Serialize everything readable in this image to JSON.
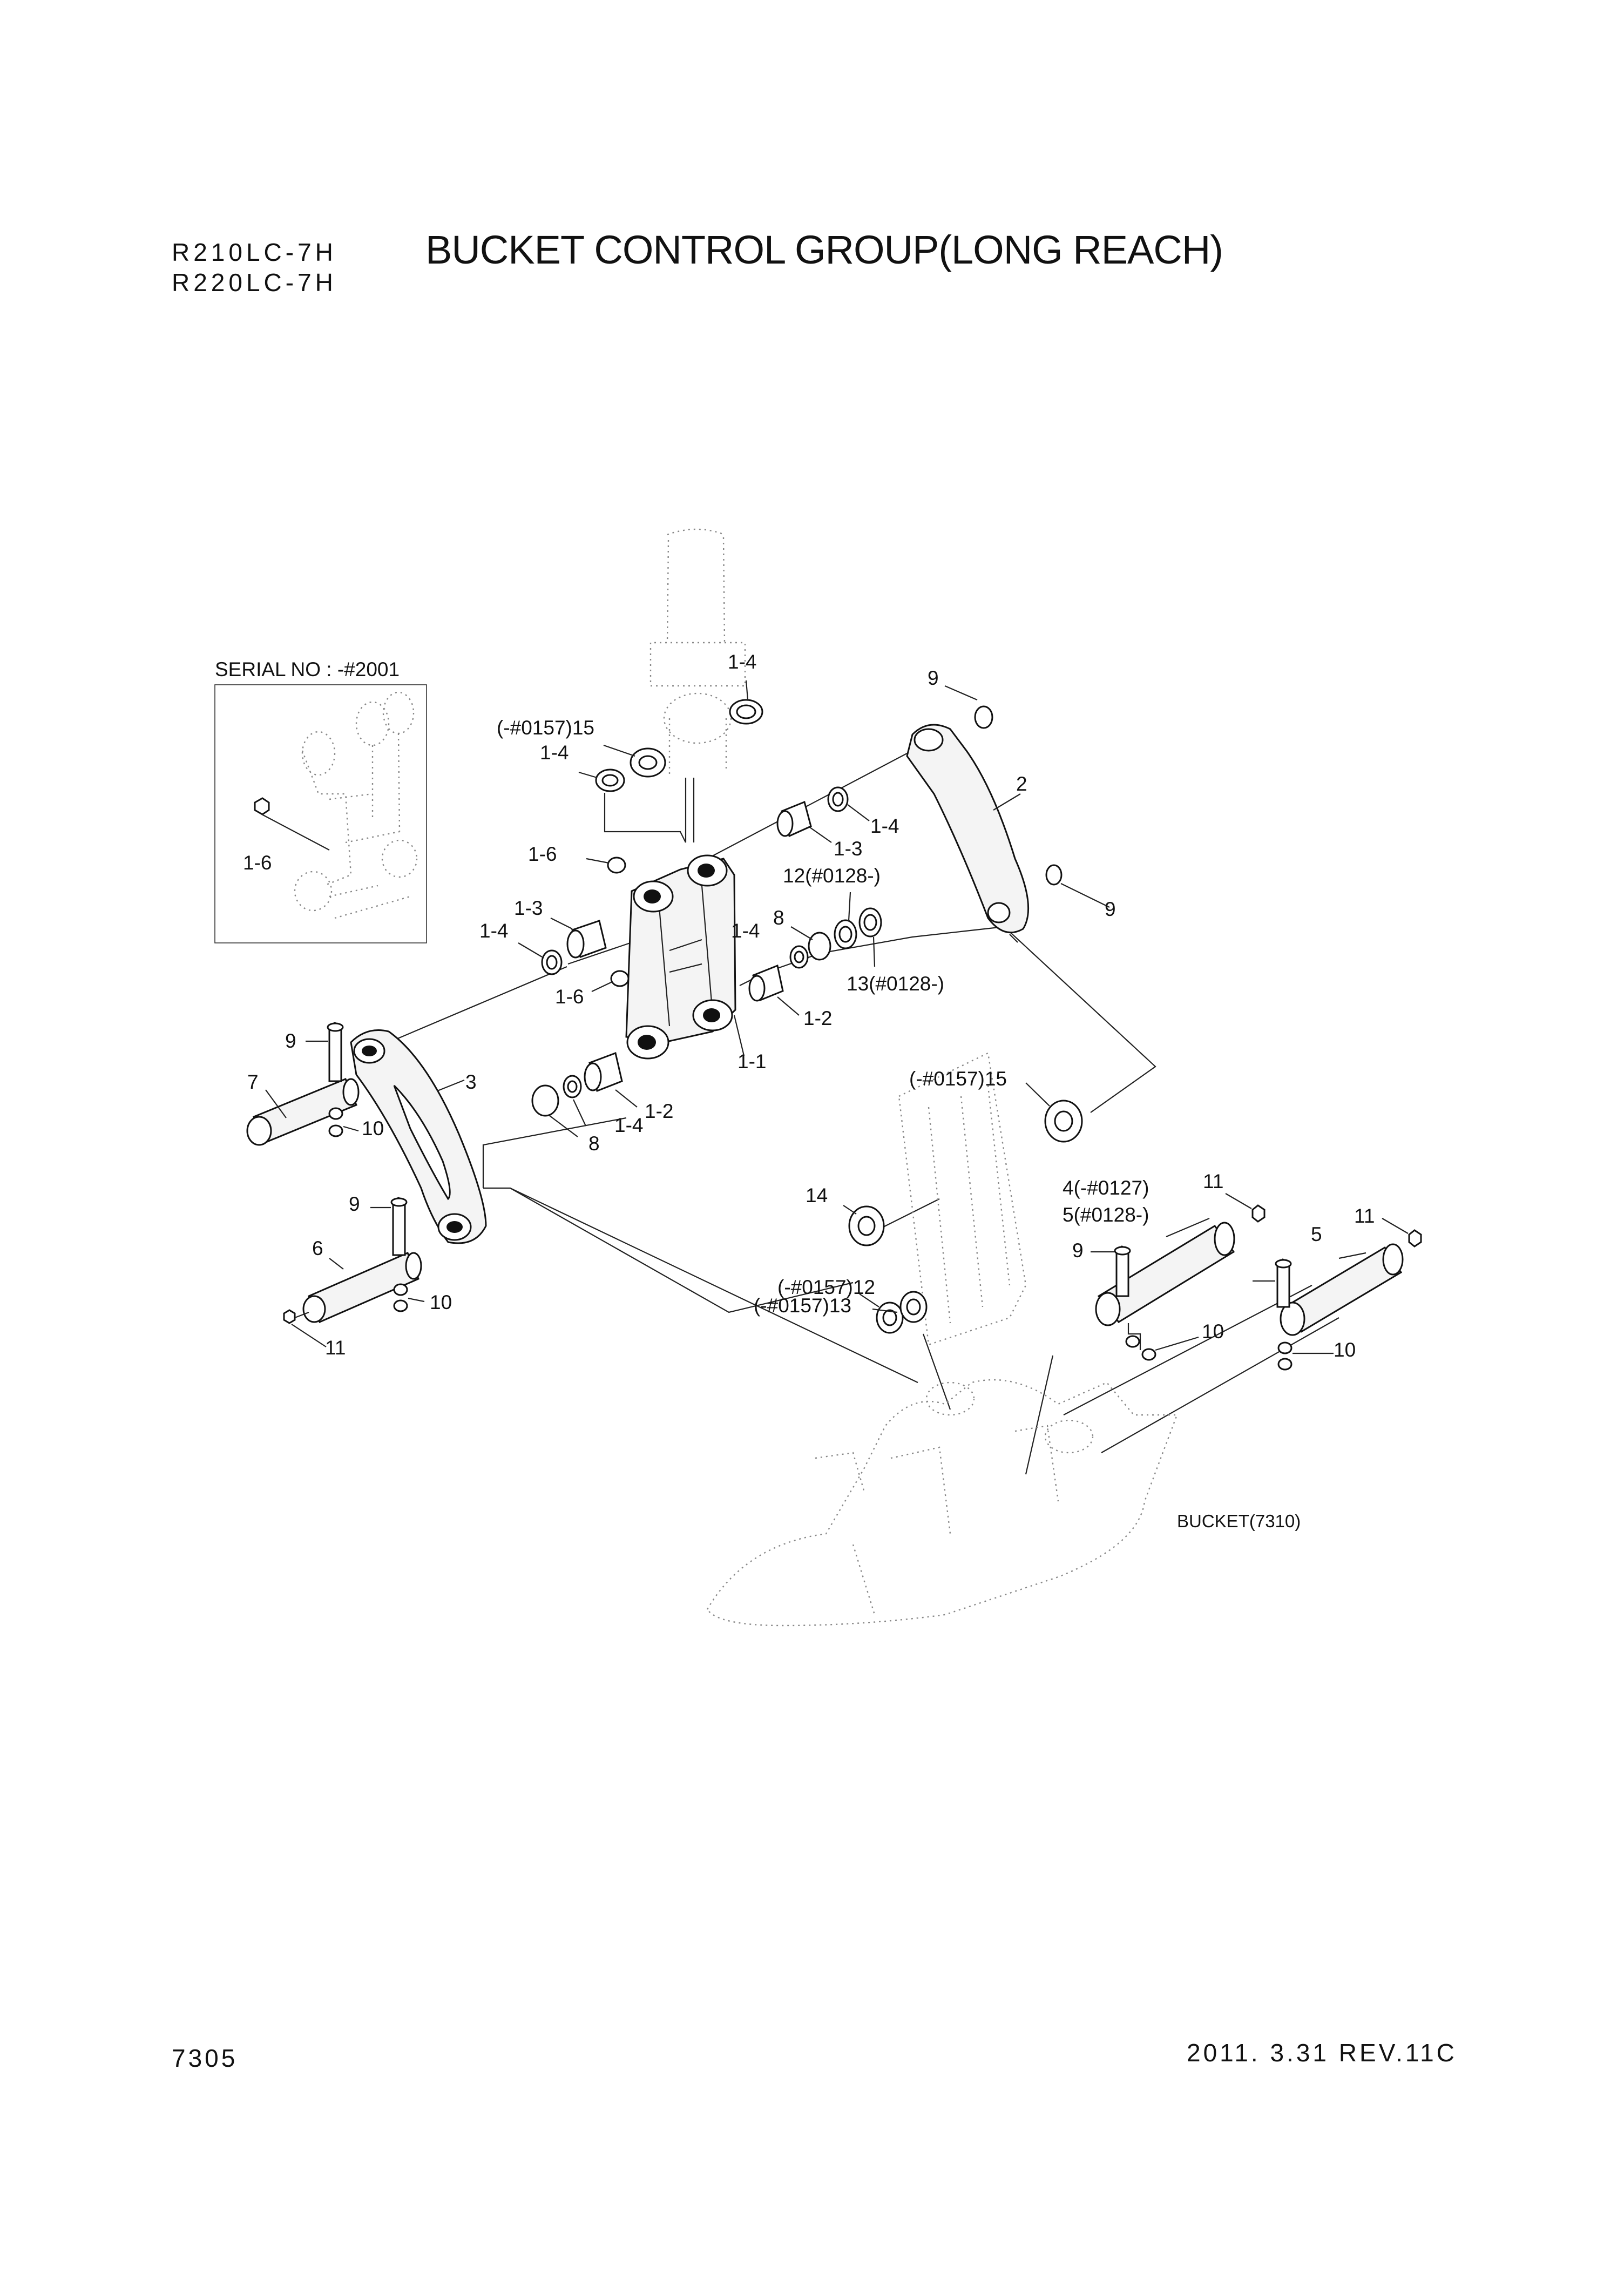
{
  "header": {
    "models": [
      "R210LC-7H",
      "R220LC-7H"
    ],
    "title": "BUCKET CONTROL GROUP(LONG REACH)"
  },
  "inset": {
    "caption": "SERIAL NO : -#2001",
    "callout": "1-6"
  },
  "callouts": [
    "1-4",
    "(-#0157)15",
    "1-4",
    "9",
    "2",
    "1-4",
    "1-6",
    "1-3",
    "12(#0128-)",
    "1-3",
    "8",
    "1-4",
    "9",
    "1-4",
    "1-6",
    "13(#0128-)",
    "1-2",
    "9",
    "1-1",
    "7",
    "3",
    "(-#0157)15",
    "10",
    "1-2",
    "8",
    "1-4",
    "14",
    "11",
    "4(-#0127)",
    "9",
    "5(#0128-)",
    "5",
    "11",
    "6",
    "10",
    "9",
    "(-#0157)12",
    "(-#0157)13",
    "10",
    "11",
    "10"
  ],
  "reference": {
    "bucket": "BUCKET(7310)"
  },
  "footer": {
    "page_number": "7305",
    "revision": "2011. 3.31 REV.11C"
  }
}
